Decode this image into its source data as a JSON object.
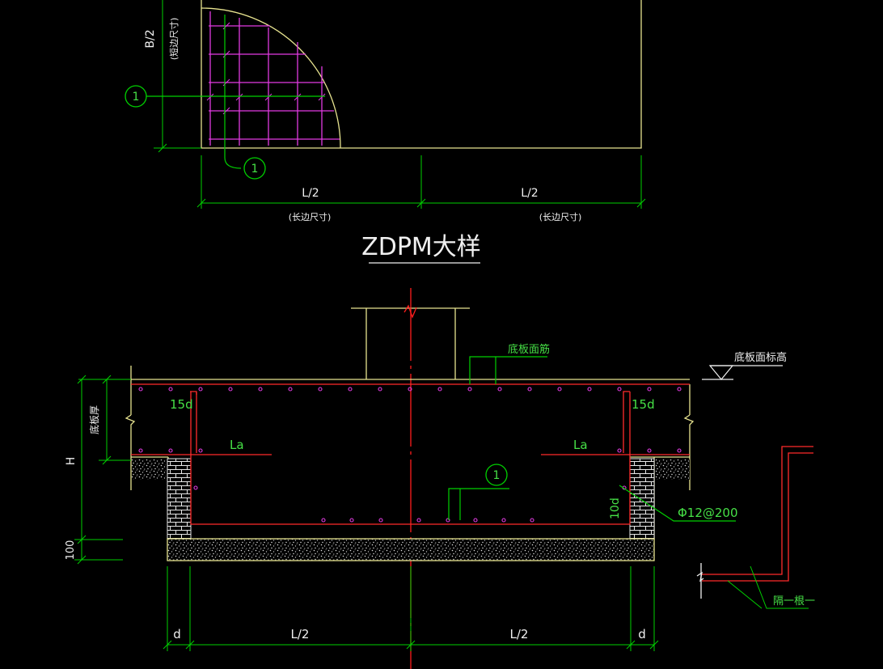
{
  "colors": {
    "background": "#000000",
    "outline": "#e7e38f",
    "dimension": "#00d000",
    "rebar": "#ff2b2b",
    "mesh": "#e23be2",
    "label_green": "#46e046",
    "white": "#f0f0f0",
    "centerline": "#ff1d1d"
  },
  "plan": {
    "short_side_label": "B/2",
    "short_side_note": "(短边尺寸)",
    "long_side_label_left": "L/2",
    "long_side_label_right": "L/2",
    "long_side_note_left": "(长边尺寸)",
    "long_side_note_right": "(长边尺寸)",
    "callout_left": "1",
    "callout_bottom": "1"
  },
  "title": "ZDPM大样",
  "section": {
    "top_bar_label": "底板面筋",
    "elevation_label": "底板面标高",
    "slab_thickness_label": "底板厚",
    "height_label": "H",
    "cushion_label": "100",
    "hook_left": "15d",
    "hook_right": "15d",
    "anchor_left": "La",
    "anchor_right": "La",
    "callout_center": "1",
    "bend_label": "10d",
    "stirrup_label": "Φ12@200",
    "dim_d_left": "d",
    "dim_L_left": "L/2",
    "dim_L_right": "L/2",
    "dim_d_right": "d",
    "side_note": "隔一根一"
  }
}
